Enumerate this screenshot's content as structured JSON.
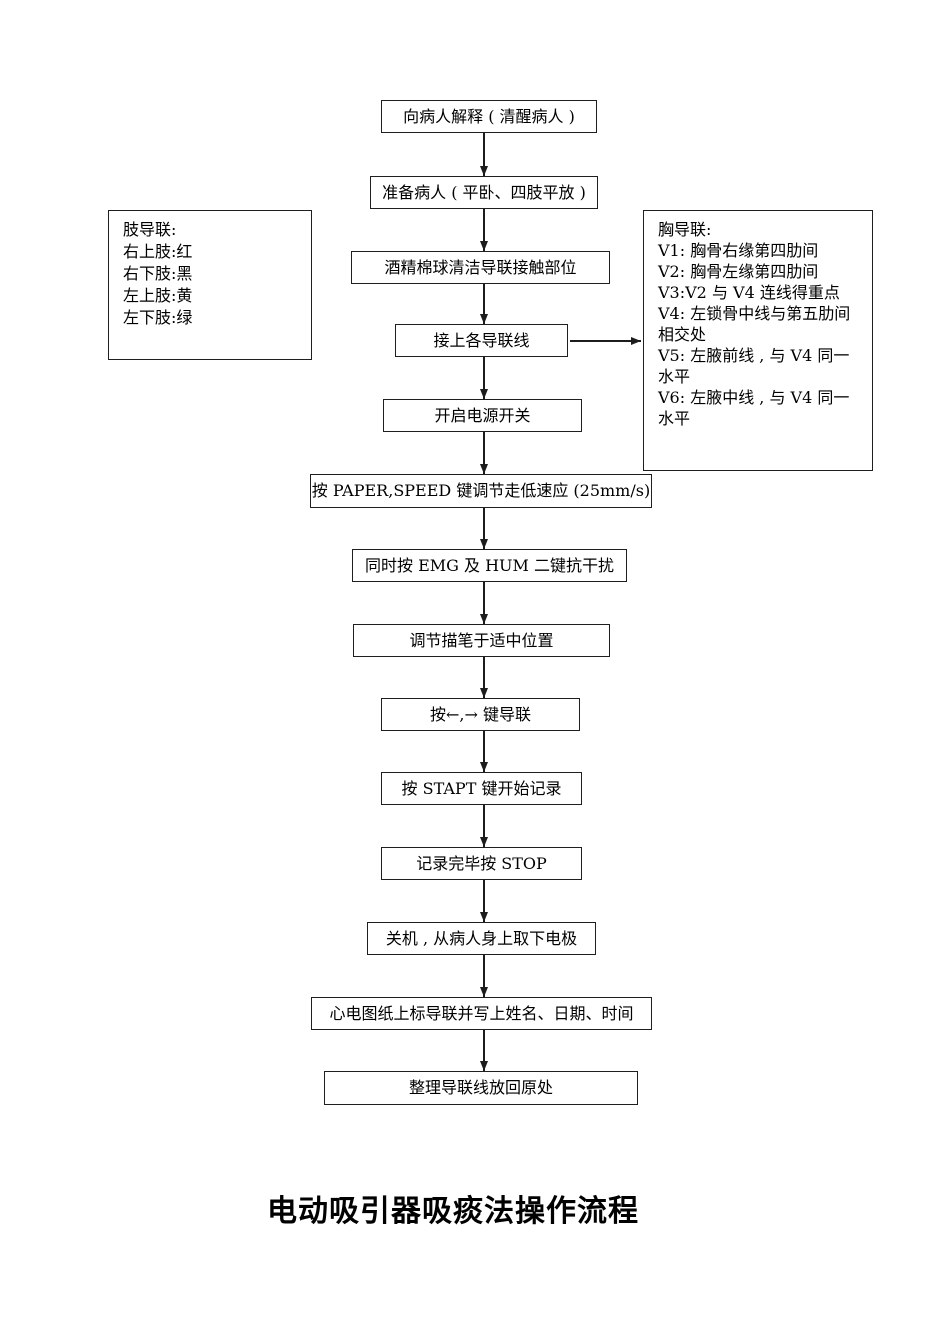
{
  "diagram": {
    "line_color": "#1c1c1c",
    "background": "#ffffff",
    "steps": [
      "向病人解释 ( 清醒病人 )",
      "准备病人 ( 平卧、四肢平放 )",
      "酒精棉球清洁导联接触部位",
      "接上各导联线",
      "开启电源开关",
      "按 PAPER,SPEED 键调节走低速应 (25mm/s)",
      "同时按 EMG 及 HUM 二键抗干扰",
      "调节描笔于适中位置",
      "按←,→ 键导联",
      "按 STAPT 键开始记录",
      "记录完毕按 STOP",
      "关机 , 从病人身上取下电极",
      "心电图纸上标导联并写上姓名、日期、时间",
      "整理导联线放回原处"
    ],
    "limb_leads_box": {
      "title": "肢导联:",
      "items": [
        "右上肢:红",
        "右下肢:黑",
        "左上肢:黄",
        "左下肢:绿"
      ]
    },
    "chest_leads_box": {
      "title": "胸导联:",
      "items": [
        "V1: 胸骨右缘第四肋间",
        "V2: 胸骨左缘第四肋间",
        "V3:V2 与 V4 连线得重点",
        "V4: 左锁骨中线与第五肋间相交处",
        "V5: 左腋前线 , 与 V4 同一水平",
        "V6: 左腋中线 , 与 V4 同一水平"
      ]
    },
    "bottom_title": "电动吸引器吸痰法操作流程"
  }
}
